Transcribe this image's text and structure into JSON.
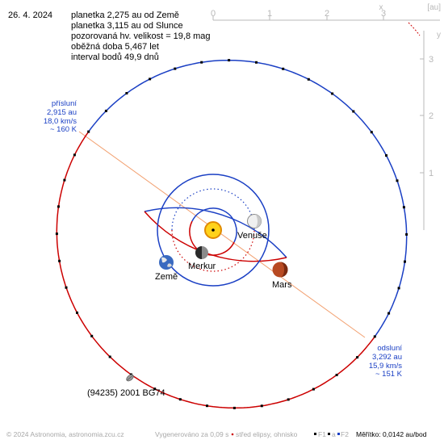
{
  "header": {
    "date": "26. 4. 2024",
    "info_lines": [
      "planetka 2,275 au od Země",
      "planetka 3,115 au od Slunce",
      "pozorovaná hv. velikost = 19,8 mag",
      "oběžná doba 5,467 let",
      "interval bodů 49,9 dnů"
    ]
  },
  "axes": {
    "top_unit": "[au]",
    "top_x_label": "x",
    "top_ticks": [
      "0",
      "1",
      "2",
      "3"
    ],
    "right_y_label": "y",
    "right_ticks": [
      "3",
      "2",
      "1"
    ]
  },
  "perihelion": {
    "title": "přísluní",
    "distance": "2,915 au",
    "speed": "18,0 km/s",
    "temperature": "~ 160 K"
  },
  "aphelion": {
    "title": "odsluní",
    "distance": "3,292 au",
    "speed": "15,9 km/s",
    "temperature": "~ 151 K"
  },
  "bodies": {
    "sun": "",
    "mercury": "Merkur",
    "venus": "Venuše",
    "earth": "Země",
    "mars": "Mars",
    "asteroid": "(94235) 2001 BG74"
  },
  "footer": {
    "copyright": "© 2024 Astronomia, astronomia.zcu.cz",
    "generated": "Vygenerováno za 0,09 s",
    "legend_center": "střed elipsy, ohnisko",
    "legend_f1": "F1",
    "legend_a": "a",
    "legend_f2": "F2",
    "scale": "Měřítko: 0,0142 au/bod"
  },
  "colors": {
    "orbit_above": "#1a3fc4",
    "orbit_below": "#cc0000",
    "apsides_line": "#f2a070",
    "label_blue": "#1a3fc4",
    "axis_gray": "#b8b8b8",
    "footer_gray": "#a8a8a8"
  }
}
